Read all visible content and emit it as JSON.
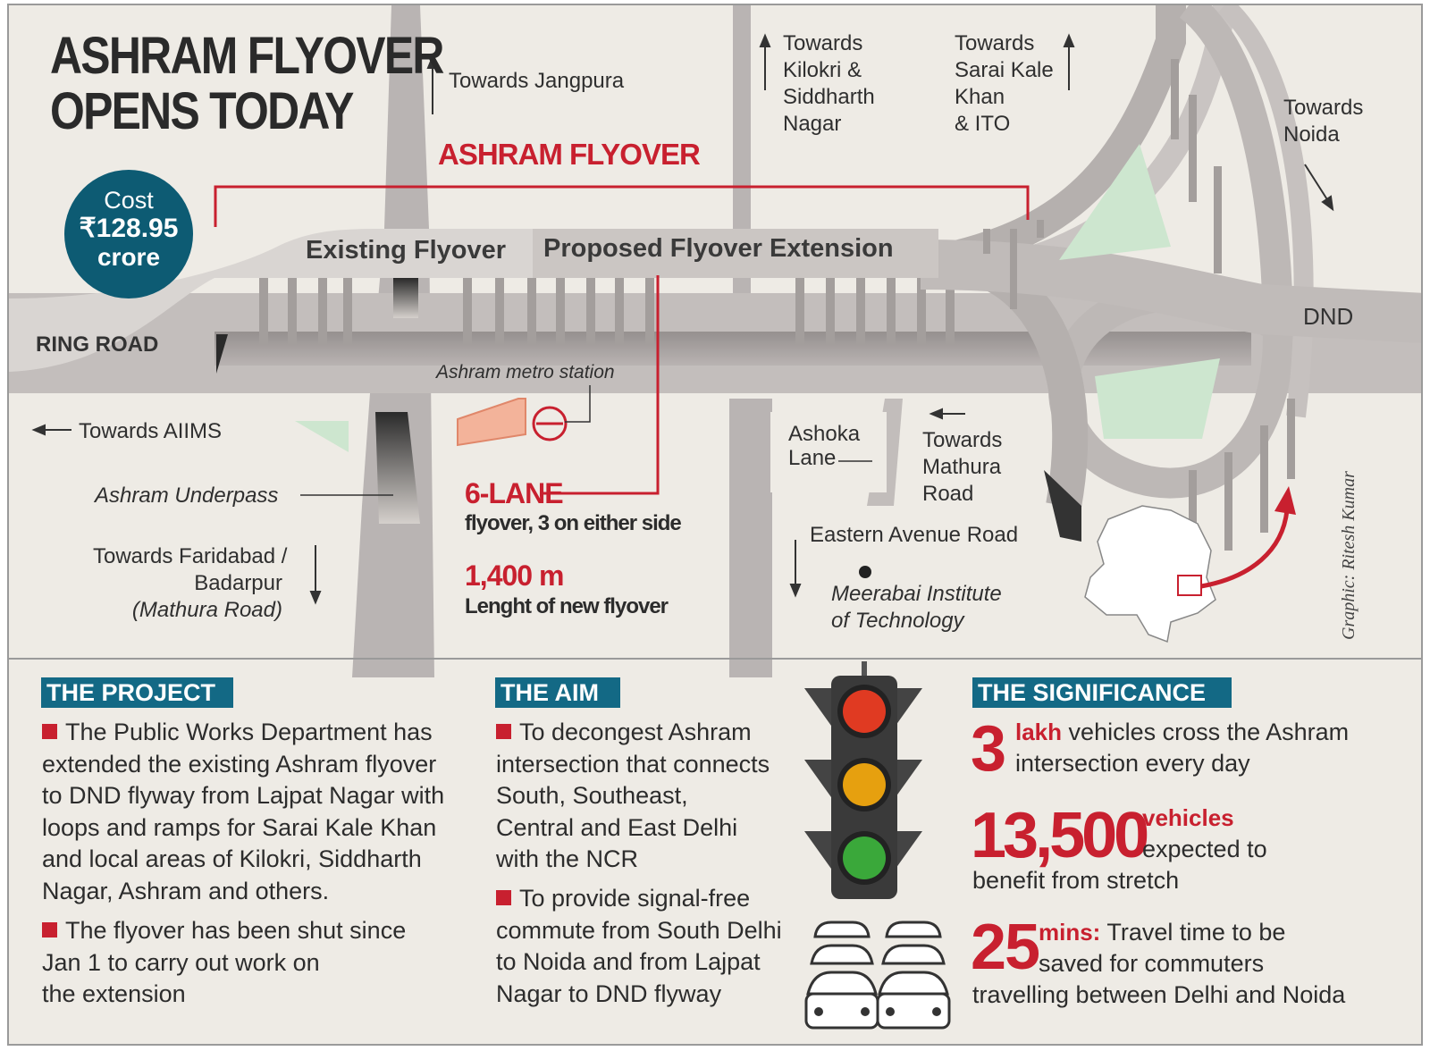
{
  "headline": [
    "ASHRAM FLYOVER",
    "OPENS TODAY"
  ],
  "cost": {
    "label": "Cost",
    "amount": "₹128.95",
    "unit": "crore"
  },
  "map": {
    "flyover_name": "ASHRAM FLYOVER",
    "existing_flyover": "Existing Flyover",
    "proposed_extension": "Proposed Flyover Extension",
    "ring_road": "RING ROAD",
    "dnd": "DND",
    "towards_jangpura": "Towards Jangpura",
    "towards_kilokri": [
      "Towards",
      "Kilokri &",
      "Siddharth",
      "Nagar"
    ],
    "towards_sarai": [
      "Towards",
      "Sarai Kale",
      "Khan",
      "& ITO"
    ],
    "towards_noida": [
      "Towards",
      "Noida"
    ],
    "metro_station": "Ashram metro station",
    "towards_aiims": "Towards AIIMS",
    "underpass": "Ashram Underpass",
    "towards_faridabad": [
      "Towards Faridabad /",
      "Badarpur",
      "(Mathura Road)"
    ],
    "ashoka_lane": [
      "Ashoka",
      "Lane"
    ],
    "towards_mathura": [
      "Towards",
      "Mathura",
      "Road"
    ],
    "eastern_avenue": "Eastern Avenue Road",
    "meerabai": [
      "Meerabai Institute",
      "of Technology"
    ],
    "lanes_big": "6-LANE",
    "lanes_sub": "flyover, 3 on either side",
    "length_big": "1,400 m",
    "length_sub": "Lenght of new flyover",
    "credit": "Graphic: Ritesh Kumar"
  },
  "project": {
    "heading": "THE PROJECT",
    "points": [
      [
        "The Public Works Department has",
        "extended the existing Ashram flyover",
        "to DND flyway from Lajpat Nagar with",
        "loops and ramps for Sarai Kale Khan",
        "and local areas of Kilokri, Siddharth",
        "Nagar, Ashram and others."
      ],
      [
        "The flyover has been shut since",
        "Jan 1 to carry out work on",
        "the extension"
      ]
    ]
  },
  "aim": {
    "heading": "THE AIM",
    "points": [
      [
        "To decongest Ashram",
        "intersection that connects",
        "South, Southeast,",
        "Central and East Delhi",
        "with the NCR"
      ],
      [
        "To provide signal-free",
        "commute from South Delhi",
        "to Noida and from Lajpat",
        "Nagar to DND flyway"
      ]
    ]
  },
  "significance": {
    "heading": "THE SIGNIFICANCE",
    "s1_num": "3",
    "s1_unit": "lakh",
    "s1_text": [
      "vehicles cross the Ashram",
      "intersection every day"
    ],
    "s2_num": "13,500",
    "s2_unit": "vehicles",
    "s2_text": [
      "expected to",
      "benefit from stretch"
    ],
    "s3_num": "25",
    "s3_unit": "mins:",
    "s3_text": [
      "Travel time to be",
      "saved for commuters",
      "travelling between Delhi and Noida"
    ]
  },
  "colors": {
    "accent_red": "#c8202f",
    "header_teal": "#136985",
    "cost_circle": "#0d5b73",
    "road_gray": "#bdb8b6",
    "green_area": "#cde6cf"
  }
}
